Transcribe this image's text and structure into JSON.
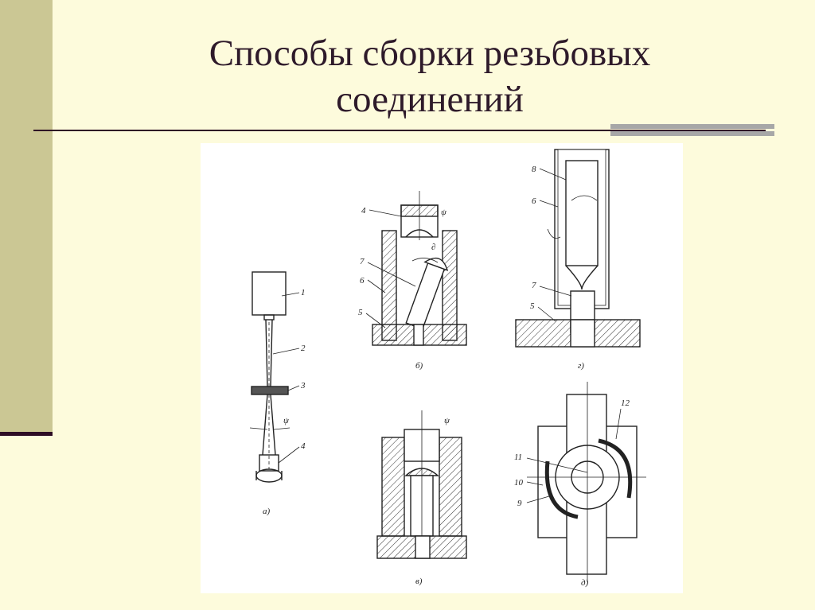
{
  "slide": {
    "title_line1": "Способы сборки резьбовых",
    "title_line2": "соединений"
  },
  "diagram": {
    "panel_a": {
      "caption": "а)",
      "labels": [
        "1",
        "2",
        "3",
        "ψ",
        "4"
      ]
    },
    "panel_b": {
      "caption": "б)",
      "labels": [
        "4",
        "ψ",
        "∂",
        "7",
        "6",
        "5"
      ]
    },
    "panel_g": {
      "caption": "г)",
      "labels": [
        "8",
        "6",
        "7",
        "5"
      ]
    },
    "panel_v": {
      "caption": "в)",
      "labels": [
        "ψ"
      ]
    },
    "panel_d": {
      "caption": "д)",
      "labels": [
        "12",
        "11",
        "10",
        "9"
      ]
    }
  },
  "colors": {
    "background": "#fdfbdc",
    "band": "#cbc794",
    "rule": "#2e0c25",
    "accent_gray": "#a7a7a7"
  }
}
